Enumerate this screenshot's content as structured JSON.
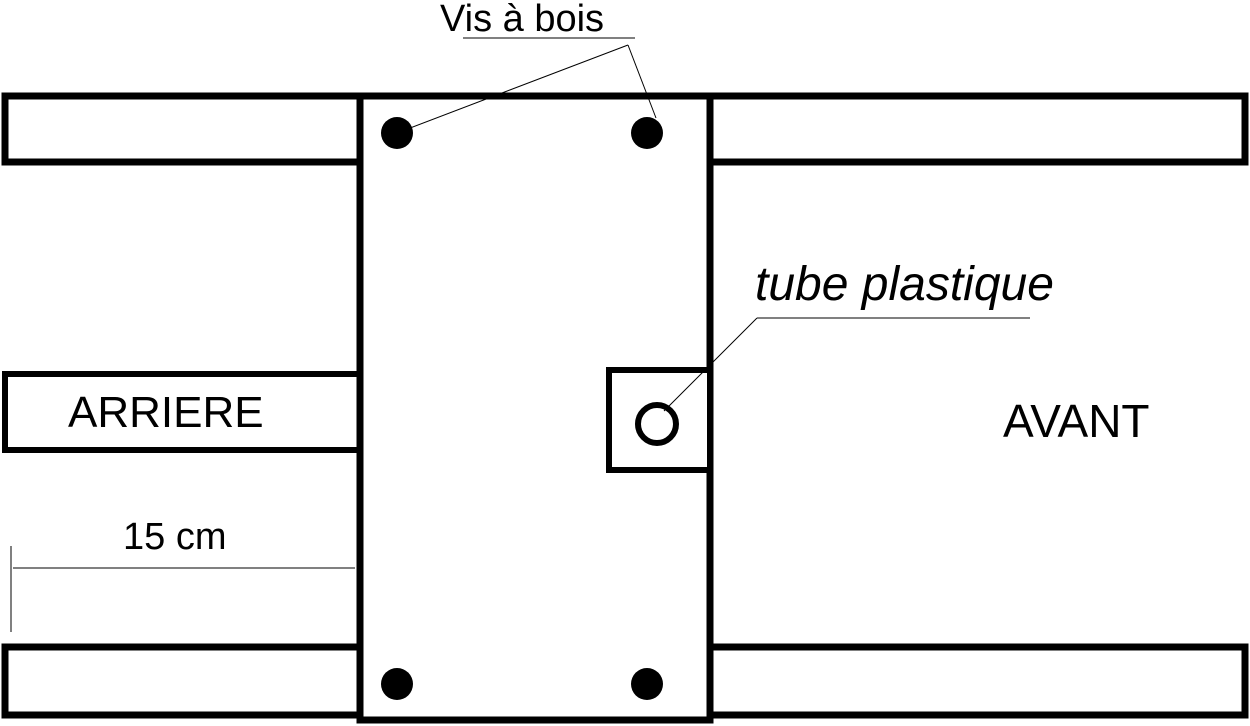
{
  "labels": {
    "screws": "Vis à bois",
    "tube": "tube plastique",
    "rear": "ARRIERE",
    "front": "AVANT",
    "dimension": "15 cm"
  },
  "colors": {
    "stroke": "#000000",
    "background": "#ffffff"
  }
}
